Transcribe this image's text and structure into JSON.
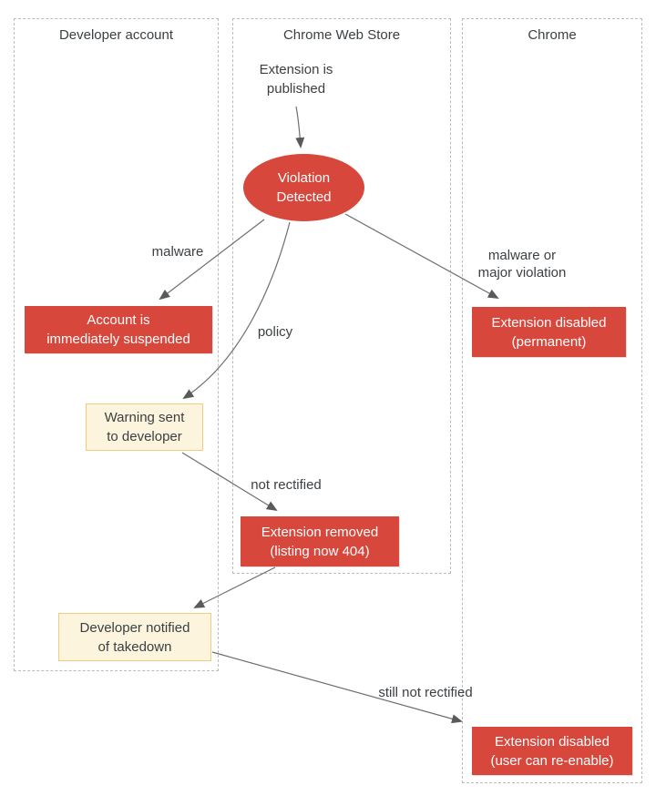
{
  "colors": {
    "red": "#D8473C",
    "red-border": "#CB3F30",
    "yellow-fill": "#FCF4DC",
    "yellow-border": "#F0CD7E",
    "lane-border": "#BBBBBB",
    "text": "#3C4043",
    "arrow": "#6E6E6E",
    "arrowhead": "#5A5A5A",
    "white-text": "#FFFFFF",
    "bg": "#FFFFFF"
  },
  "lanes": [
    {
      "label": "Developer account"
    },
    {
      "label": "Chrome Web Store"
    },
    {
      "label": "Chrome"
    }
  ],
  "nodes": {
    "published": {
      "label": "Extension is\npublished"
    },
    "violation": {
      "label": "Violation\nDetected"
    },
    "account_suspended": {
      "label": "Account is\nimmediately suspended"
    },
    "disabled_permanent": {
      "label": "Extension disabled\n(permanent)"
    },
    "warning_sent": {
      "label": "Warning sent\nto developer"
    },
    "extension_removed": {
      "label": "Extension removed\n(listing now 404)"
    },
    "developer_notified": {
      "label": "Developer notified\nof takedown"
    },
    "disabled_reenable": {
      "label": "Extension disabled\n(user can re-enable)"
    }
  },
  "edge_labels": {
    "malware": "malware",
    "policy": "policy",
    "malware_or_major": "malware or\nmajor violation",
    "not_rectified": "not rectified",
    "still_not_rectified": "still not rectified"
  }
}
